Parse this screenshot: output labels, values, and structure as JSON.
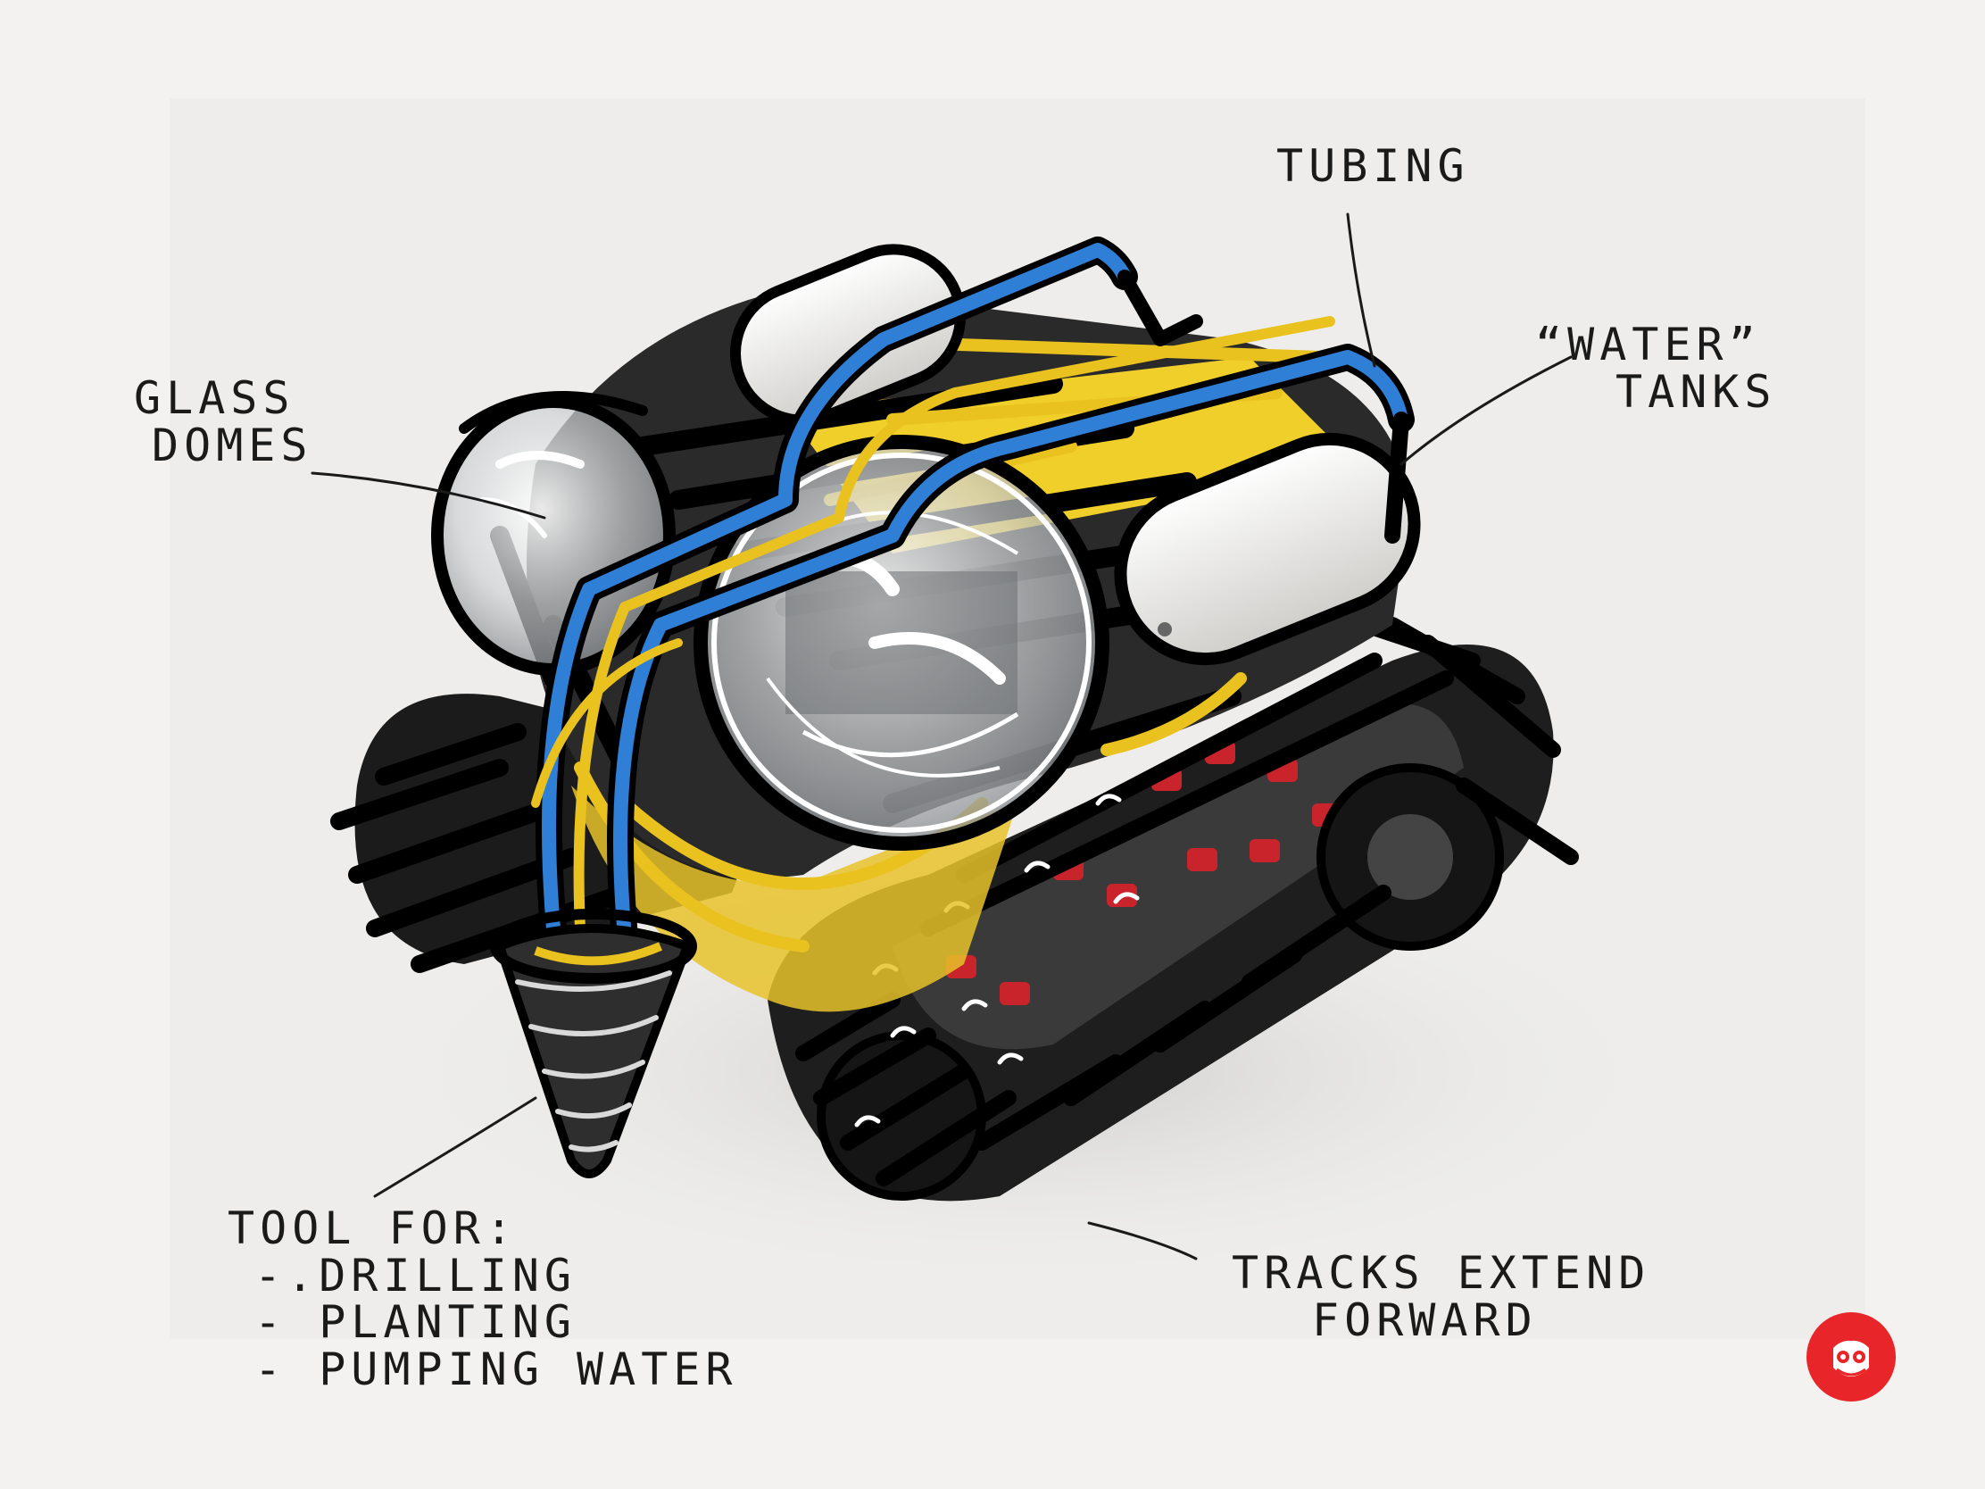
{
  "labels": {
    "tubing": "TUBING",
    "water_tanks_line1": "“WATER”",
    "water_tanks_line2": "TANKS",
    "glass_domes_line1": "GLASS",
    "glass_domes_line2": "DOMES",
    "tool_line1": "TOOL FOR:",
    "tool_line2": "-.DRILLING",
    "tool_line3": "- PLANTING",
    "tool_line4": "- PUMPING WATER",
    "tracks_line1": "TRACKS EXTEND",
    "tracks_line2": "FORWARD"
  },
  "colors": {
    "background": "#f3f2f0",
    "ink": "#111111",
    "blue": "#2f7fd6",
    "yellow": "#e9c21f",
    "red": "#d8232a",
    "tank_white": "#ecebe7",
    "logo_red": "#e8262a"
  },
  "logo": {
    "icon": "avatar-logo-icon"
  }
}
